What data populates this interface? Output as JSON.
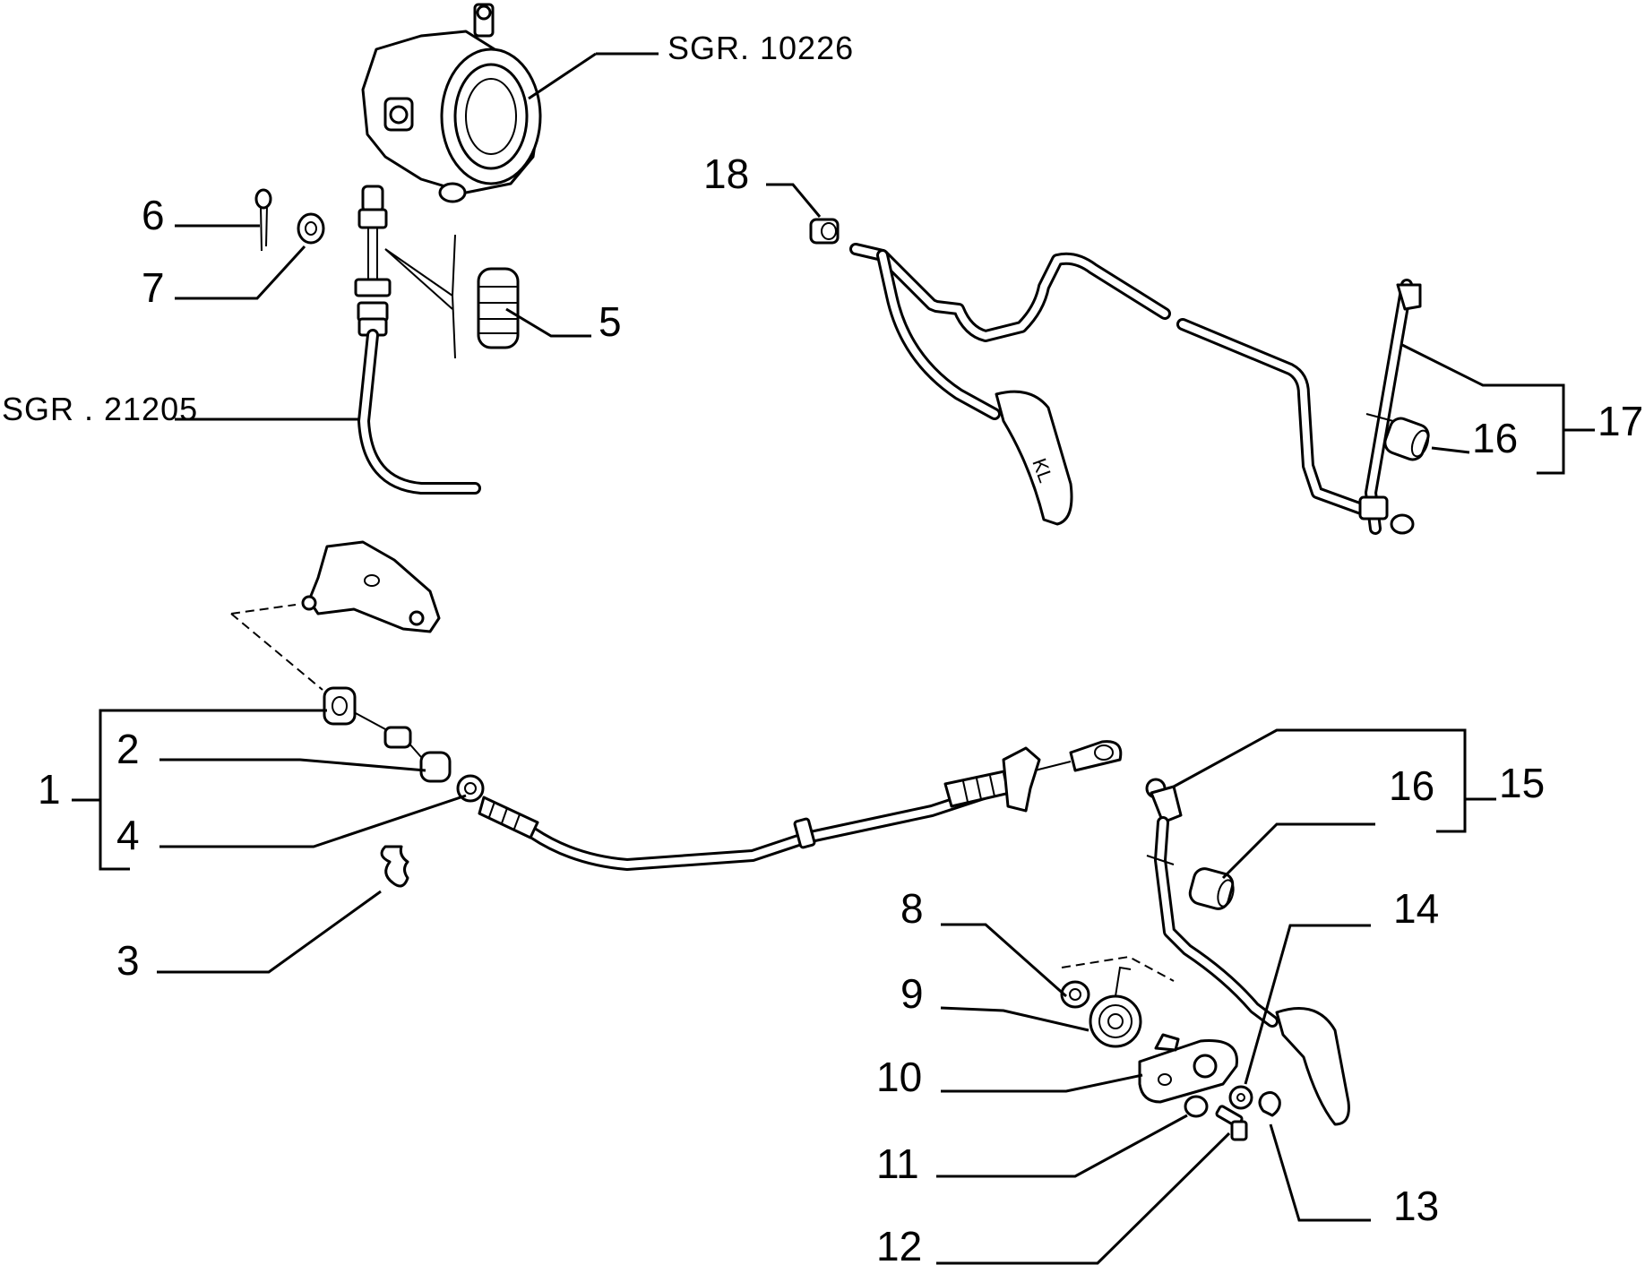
{
  "references": {
    "throttle_body": "SGR. 10226",
    "upper_cable": "SGR . 21205"
  },
  "callouts": [
    {
      "id": "c1",
      "label": "1"
    },
    {
      "id": "c2",
      "label": "2"
    },
    {
      "id": "c3",
      "label": "3"
    },
    {
      "id": "c4",
      "label": "4"
    },
    {
      "id": "c5",
      "label": "5"
    },
    {
      "id": "c6",
      "label": "6"
    },
    {
      "id": "c7",
      "label": "7"
    },
    {
      "id": "c8",
      "label": "8"
    },
    {
      "id": "c9",
      "label": "9"
    },
    {
      "id": "c10",
      "label": "10"
    },
    {
      "id": "c11",
      "label": "11"
    },
    {
      "id": "c12",
      "label": "12"
    },
    {
      "id": "c13",
      "label": "13"
    },
    {
      "id": "c14",
      "label": "14"
    },
    {
      "id": "c15",
      "label": "15"
    },
    {
      "id": "c16a",
      "label": "16"
    },
    {
      "id": "c16b",
      "label": "16"
    },
    {
      "id": "c17",
      "label": "17"
    },
    {
      "id": "c18",
      "label": "18"
    }
  ],
  "pedal_mark": "KL"
}
